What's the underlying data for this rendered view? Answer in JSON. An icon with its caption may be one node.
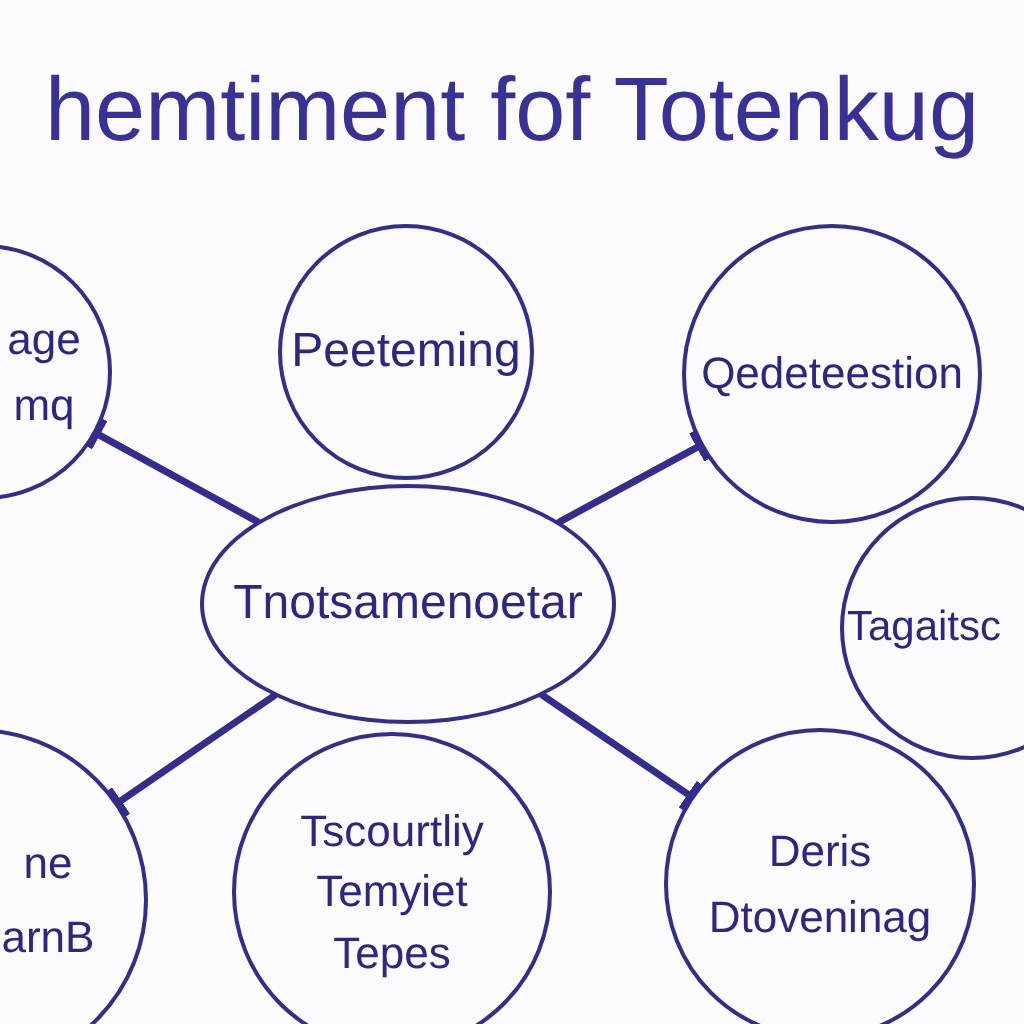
{
  "diagram": {
    "title": "hemtiment fof Totenkug",
    "nodes": [
      {
        "text": [
          "age",
          "mq"
        ]
      },
      {
        "text": [
          "Peeteming"
        ]
      },
      {
        "text": [
          "Qedeteestion"
        ]
      },
      {
        "text": [
          "Tnotsamenoetar"
        ]
      },
      {
        "text": [
          "Tagaitsc"
        ]
      },
      {
        "text": [
          "ne",
          "arnB"
        ]
      },
      {
        "text": [
          "Tscourtliy",
          "Temyiet",
          "Tepes"
        ]
      },
      {
        "text": [
          "Deris",
          "Dtoveninag"
        ]
      }
    ],
    "edges": [
      {
        "from": 3,
        "to": 0,
        "arrow": "other"
      },
      {
        "from": 3,
        "to": 5,
        "arrow": "other"
      },
      {
        "from": 3,
        "to": 2,
        "arrow": "other"
      },
      {
        "from": 3,
        "to": 7,
        "arrow": "other"
      }
    ]
  }
}
